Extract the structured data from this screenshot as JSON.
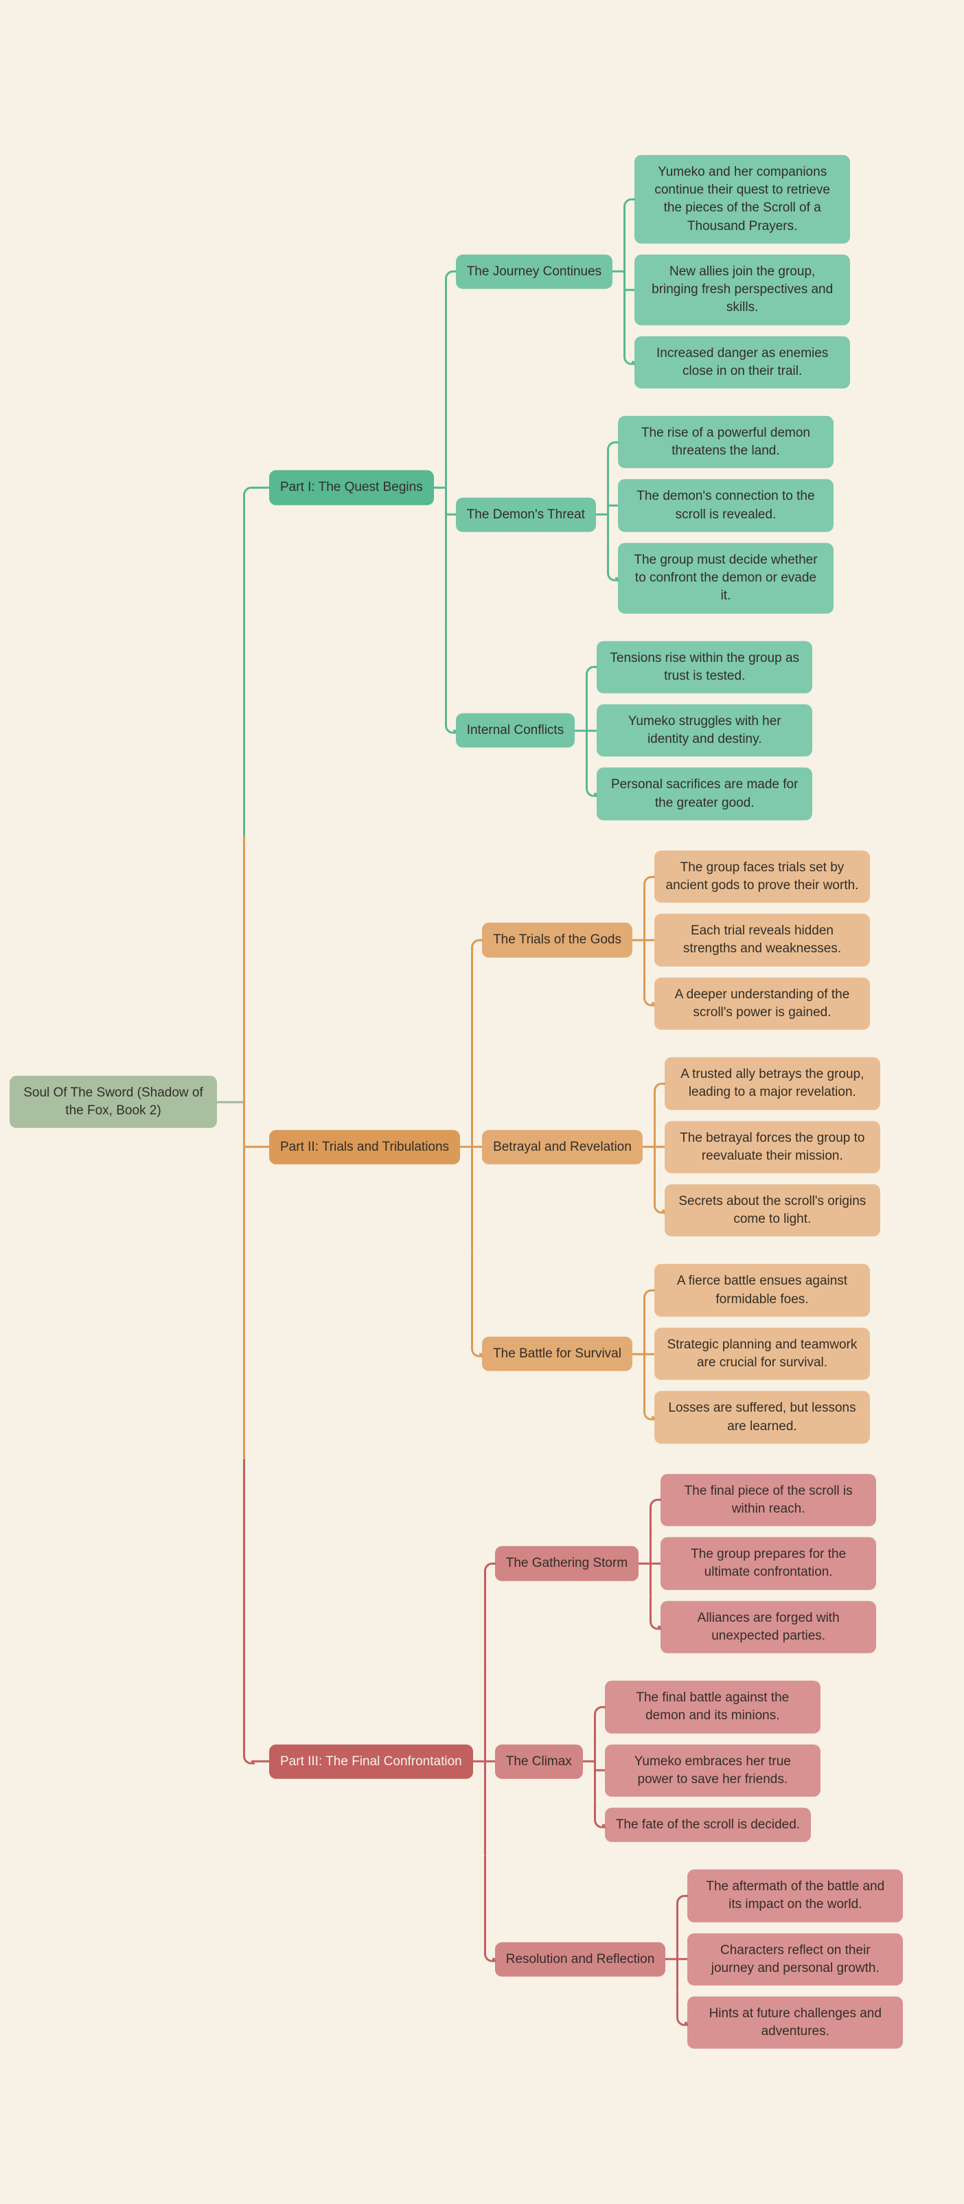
{
  "root": {
    "label": "Soul Of The Sword (Shadow of the Fox, Book 2)"
  },
  "parts": [
    {
      "label": "Part I: The Quest Begins",
      "theme": "green",
      "branches": [
        {
          "label": "The Journey Continues",
          "leaves": [
            "Yumeko and her companions continue their quest to retrieve the pieces of the Scroll of a Thousand Prayers.",
            "New allies join the group, bringing fresh perspectives and skills.",
            "Increased danger as enemies close in on their trail."
          ]
        },
        {
          "label": "The Demon's Threat",
          "leaves": [
            "The rise of a powerful demon threatens the land.",
            "The demon's connection to the scroll is revealed.",
            "The group must decide whether to confront the demon or evade it."
          ]
        },
        {
          "label": "Internal Conflicts",
          "leaves": [
            "Tensions rise within the group as trust is tested.",
            "Yumeko struggles with her identity and destiny.",
            "Personal sacrifices are made for the greater good."
          ]
        }
      ]
    },
    {
      "label": "Part II: Trials and Tribulations",
      "theme": "orange",
      "branches": [
        {
          "label": "The Trials of the Gods",
          "leaves": [
            "The group faces trials set by ancient gods to prove their worth.",
            "Each trial reveals hidden strengths and weaknesses.",
            "A deeper understanding of the scroll's power is gained."
          ]
        },
        {
          "label": "Betrayal and Revelation",
          "leaves": [
            "A trusted ally betrays the group, leading to a major revelation.",
            "The betrayal forces the group to reevaluate their mission.",
            "Secrets about the scroll's origins come to light."
          ]
        },
        {
          "label": "The Battle for Survival",
          "leaves": [
            "A fierce battle ensues against formidable foes.",
            "Strategic planning and teamwork are crucial for survival.",
            "Losses are suffered, but lessons are learned."
          ]
        }
      ]
    },
    {
      "label": "Part III: The Final Confrontation",
      "theme": "red",
      "branches": [
        {
          "label": "The Gathering Storm",
          "leaves": [
            "The final piece of the scroll is within reach.",
            "The group prepares for the ultimate confrontation.",
            "Alliances are forged with unexpected parties."
          ]
        },
        {
          "label": "The Climax",
          "leaves": [
            "The final battle against the demon and its minions.",
            "Yumeko embraces her true power to save her friends.",
            "The fate of the scroll is decided."
          ]
        },
        {
          "label": "Resolution and Reflection",
          "leaves": [
            "The aftermath of the battle and its impact on the world.",
            "Characters reflect on their journey and personal growth.",
            "Hints at future challenges and adventures."
          ]
        }
      ]
    }
  ],
  "colors": {
    "background": "#f7f2e5",
    "root_fill": "#a9bfa0",
    "part1_fill": "#57b892",
    "part1_leaf_fill": "#7fc9ad",
    "part2_fill": "#db9a57",
    "part2_leaf_fill": "#e9bd93",
    "part3_fill": "#c25f5f",
    "part3_leaf_fill": "#d89292",
    "text": "#332e26"
  }
}
